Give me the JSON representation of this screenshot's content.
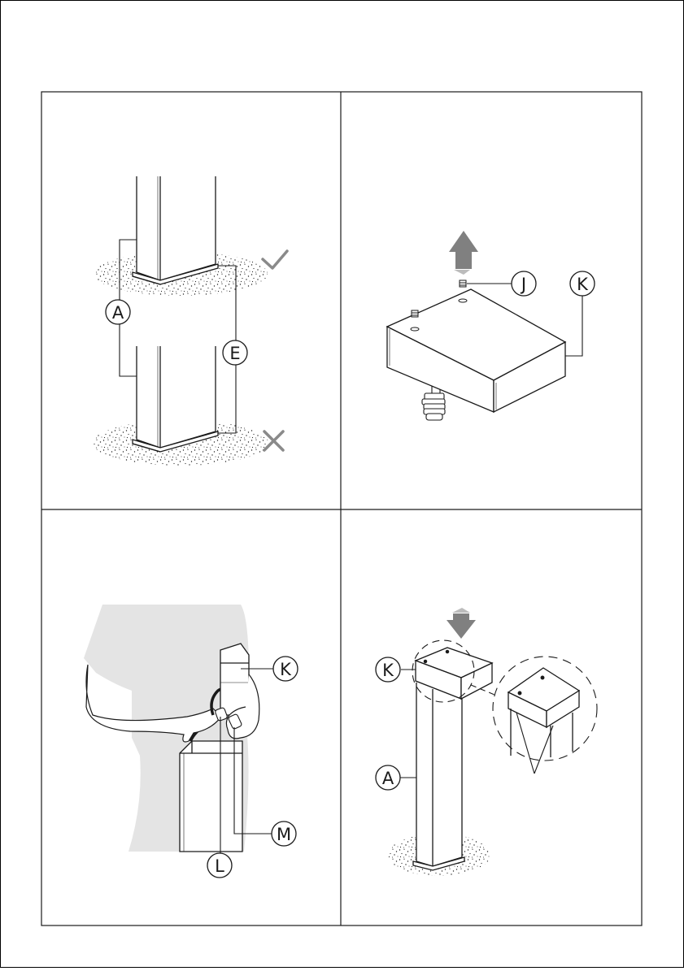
{
  "panels": [
    {
      "id": "panel-1",
      "callouts": [
        {
          "label": "A"
        },
        {
          "label": "E"
        }
      ],
      "marks": {
        "correct": "checkmark-icon",
        "incorrect": "cross-icon"
      }
    },
    {
      "id": "panel-2",
      "callouts": [
        {
          "label": "J"
        },
        {
          "label": "K"
        }
      ],
      "arrow": "up-arrow-icon"
    },
    {
      "id": "panel-3",
      "callouts": [
        {
          "label": "K"
        },
        {
          "label": "L"
        },
        {
          "label": "M"
        }
      ]
    },
    {
      "id": "panel-4",
      "callouts": [
        {
          "label": "K"
        },
        {
          "label": "A"
        }
      ],
      "arrow": "down-arrow-icon"
    }
  ],
  "colors": {
    "line": "#1a1a1a",
    "arrow": "#808080",
    "figure": "#e4e4e4",
    "check_mark": "#8a8a8a"
  }
}
